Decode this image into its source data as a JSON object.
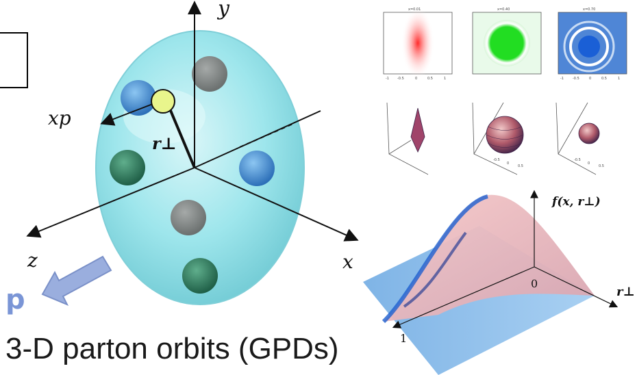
{
  "main_figure": {
    "axis_y": "y",
    "axis_x": "x",
    "axis_z": "z",
    "momentum_label": "xp",
    "radius_label": "r⊥",
    "proton_symbol": "p"
  },
  "caption": "3-D parton orbits (GPDs)",
  "small_panels": {
    "density_titles": [
      "x=0.01",
      "x=0.40",
      "x=0.70"
    ],
    "ticks_2d": [
      "-1",
      "-0.5",
      "0",
      "0.5",
      "1"
    ],
    "ticks_3d": [
      "-0.5",
      "0",
      "0.5"
    ],
    "density_colors": [
      "#ff2a2a",
      "#22dd22",
      "#1a66dd"
    ]
  },
  "distribution_plot": {
    "ylabel": "f(x, r⊥)",
    "xlabel": "r⊥",
    "origin_tick": "0",
    "x_tick": "1"
  },
  "colors": {
    "proton_body": "#9ee6ec",
    "quark_blue": "#3b8fd6",
    "quark_green": "#2f8a66",
    "quark_gray": "#8a8f8f",
    "parton_highlight": "#e9f58c",
    "arrow_fill": "#9aaede"
  }
}
